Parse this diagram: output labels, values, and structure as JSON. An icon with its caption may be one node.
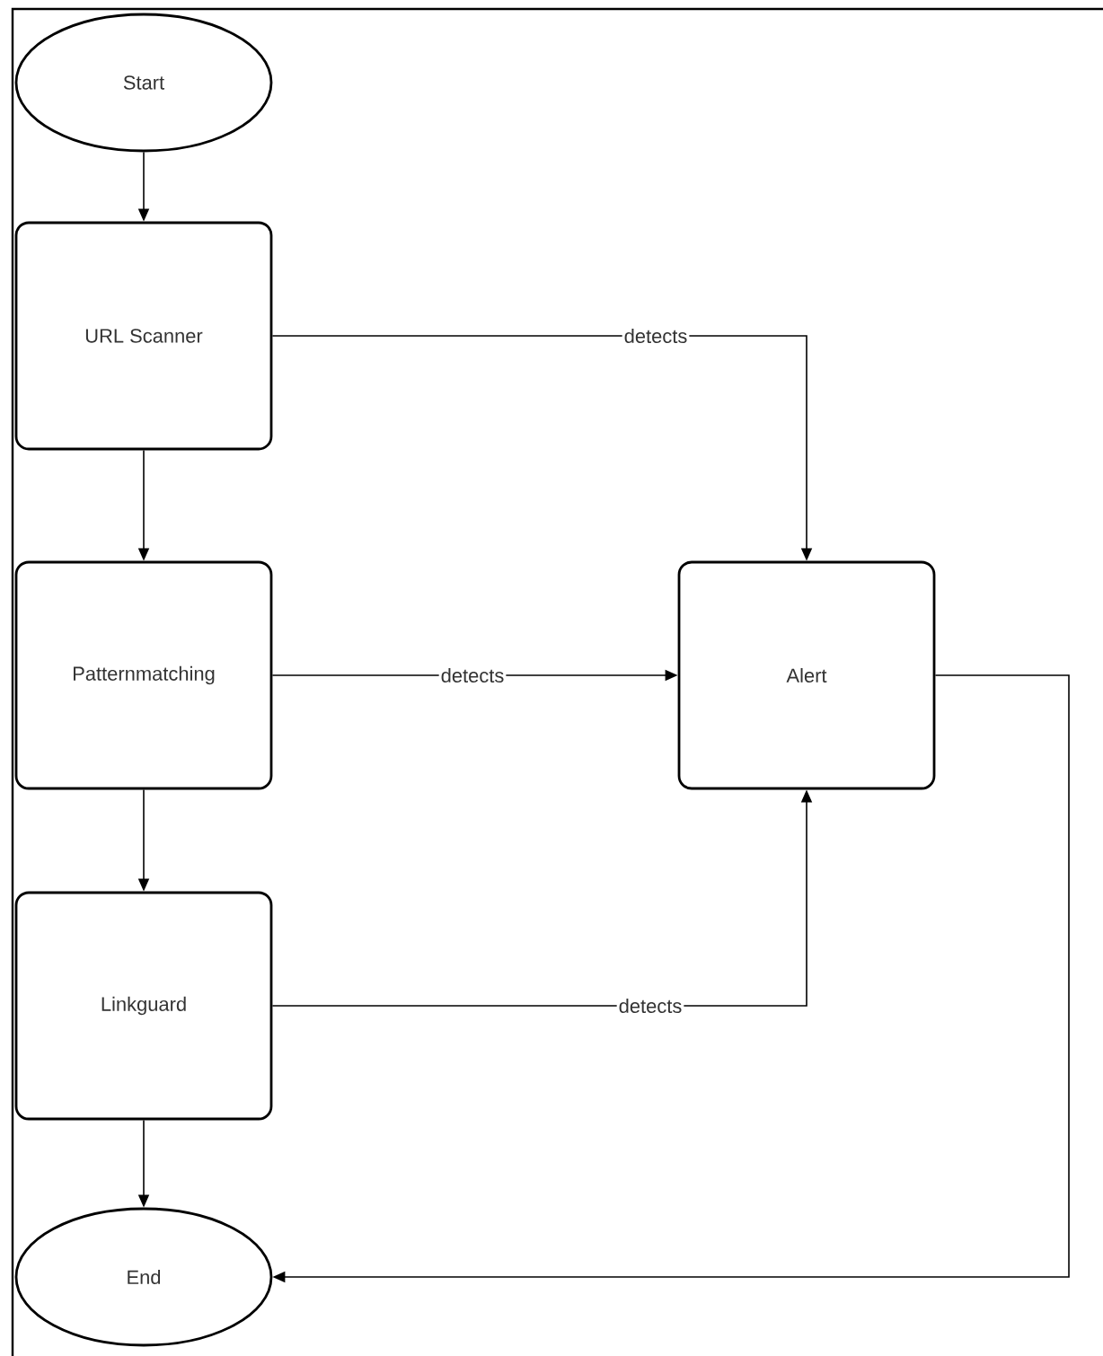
{
  "diagram": {
    "nodes": [
      {
        "text": [
          "Start"
        ]
      },
      {
        "text": [
          "URL Scanner"
        ]
      },
      {
        "text": [
          "Patternmatching"
        ]
      },
      {
        "text": [
          "Linkguard"
        ]
      },
      {
        "text": [
          "End"
        ]
      },
      {
        "text": [
          "Alert"
        ]
      }
    ],
    "edges": [
      {
        "from": 0,
        "to": 1,
        "arrow": "to"
      },
      {
        "from": 1,
        "to": 2,
        "arrow": "to"
      },
      {
        "from": 2,
        "to": 3,
        "arrow": "to"
      },
      {
        "from": 3,
        "to": 4,
        "arrow": "to"
      },
      {
        "from": 1,
        "to": 5,
        "arrow": "to",
        "label": "detects"
      },
      {
        "from": 2,
        "to": 5,
        "arrow": "to",
        "label": "detects"
      },
      {
        "from": 3,
        "to": 5,
        "arrow": "to",
        "label": "detects"
      },
      {
        "from": 5,
        "to": 4,
        "arrow": "to"
      }
    ]
  }
}
